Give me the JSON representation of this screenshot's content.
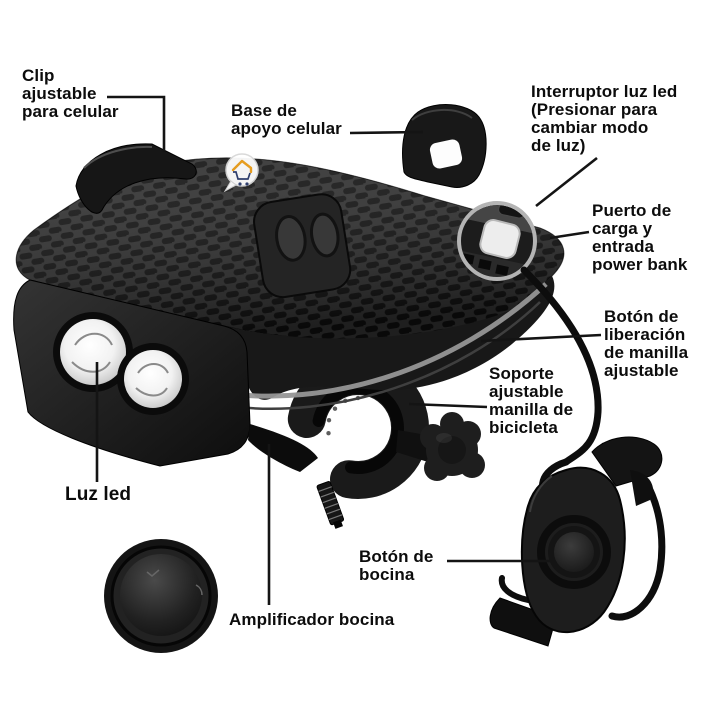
{
  "background": "#ffffff",
  "labels": {
    "clip": "Clip\najustable\npara celular",
    "base": "Base de\napoyo celular",
    "interruptor": "Interruptor luz led\n(Presionar para\ncambiar modo\nde luz)",
    "puerto": "Puerto de\ncarga y\nentrada\npower bank",
    "liberacion": "Botón de\nliberación\nde manilla\najustable",
    "soporte": "Soporte\najustable\nmanilla de\nbicicleta",
    "luz_led": "Luz led",
    "boton_bocina": "Botón de\nbocina",
    "amplificador": "Amplificador bocina"
  },
  "icons": {
    "watermark": "shopping-cart-with-roof-logo"
  },
  "colors": {
    "label_text": "#0c0c0c",
    "connector_line": "#141414",
    "product_body": "#1d1d1d",
    "deck_texture": "#0d0d0d",
    "accent_stripe": "#969696",
    "highlight_ring": "#b4b4b4",
    "led_switch_button": "#ededed",
    "led_lens": "#f5f5f5",
    "logo_roof": "#efa21f",
    "logo_cart": "#2f3f70"
  }
}
